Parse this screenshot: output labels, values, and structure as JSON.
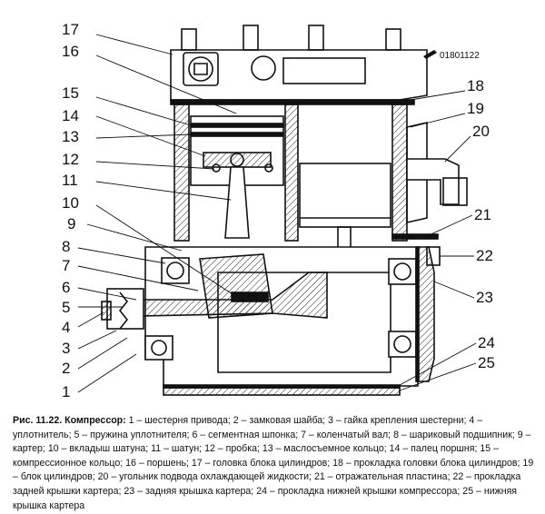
{
  "figure": {
    "code": "01801122",
    "callouts": [
      "1",
      "2",
      "3",
      "4",
      "5",
      "6",
      "7",
      "8",
      "9",
      "10",
      "11",
      "12",
      "13",
      "14",
      "15",
      "16",
      "17",
      "18",
      "19",
      "20",
      "21",
      "22",
      "23",
      "24",
      "25"
    ]
  },
  "caption": {
    "lead": "Рис. 11.22. Компрессор:",
    "text": "1 – шестерня привода; 2 – замковая шайба; 3 – гайка крепления шестерни; 4 – уплотнитель; 5 – пружина уплотнителя; 6 – сегментная шпонка; 7 – коленчатый вал; 8 – шариковый подшипник; 9 – картер; 10 – вкладыш шатуна; 11 – шатун; 12 – пробка; 13 – маслосъемное кольцо; 14 – палец поршня; 15 – компрессионное кольцо; 16 – поршень; 17 – головка блока цилиндров; 18 – прокладка головки блока цилиндров; 19 – блок цилиндров; 20 – угольник подвода охлаждающей жидкости; 21 – отражательная пластина; 22 – прокладка задней крышки картера; 23 – задняя крышка картера; 24 – прокладка нижней крышки компрессора; 25 – нижняя крышка картера"
  }
}
